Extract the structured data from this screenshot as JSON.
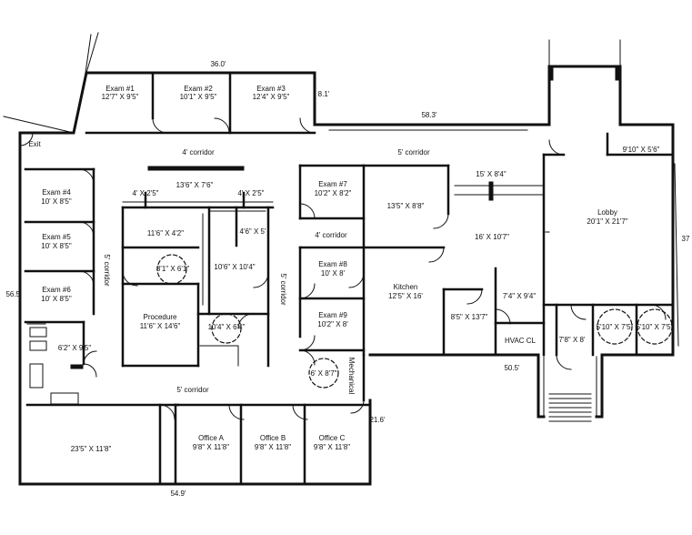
{
  "rooms": {
    "exam1": {
      "name": "Exam #1",
      "size": "12'7\" X 9'5\""
    },
    "exam2": {
      "name": "Exam #2",
      "size": "10'1\" X 9'5\""
    },
    "exam3": {
      "name": "Exam #3",
      "size": "12'4\" X 9'5\""
    },
    "exam4": {
      "name": "Exam #4",
      "size": "10' X 8'5\""
    },
    "exam5": {
      "name": "Exam #5",
      "size": "10' X 8'5\""
    },
    "exam6": {
      "name": "Exam #6",
      "size": "10' X 8'5\""
    },
    "exam7": {
      "name": "Exam #7",
      "size": "10'2\" X 8'2\""
    },
    "exam8": {
      "name": "Exam #8",
      "size": "10' X 8'"
    },
    "exam9": {
      "name": "Exam #9",
      "size": "10'2\" X 8'"
    },
    "procedure": {
      "name": "Procedure",
      "size": "11'6\" X 14'6\""
    },
    "kitchen": {
      "name": "Kitchen",
      "size": "12'5\" X 16'"
    },
    "lobby": {
      "name": "Lobby",
      "size": "20'1\" X 21'7\""
    },
    "office_a": {
      "name": "Office A",
      "size": "9'8\" X 11'8\""
    },
    "office_b": {
      "name": "Office B",
      "size": "9'8\" X 11'8\""
    },
    "office_c": {
      "name": "Office C",
      "size": "9'8\" X 11'8\""
    },
    "hvac": {
      "name": "HVAC CL"
    },
    "mechanical": {
      "name": "Mechanical"
    },
    "exit": {
      "name": "Exit"
    }
  },
  "unnamed_sizes": {
    "top_center": "13'6\" X 7'6\"",
    "closet_left": "4' X 2'5\"",
    "closet_right": "4' X 2'5\"",
    "room_11_6_4_2": "11'6\" X 4'2\"",
    "room_4_6_5": "4'6\" X 5'",
    "room_10_6": "10'6\" X 10'4\"",
    "bath_8_1": "8'1\" X 6'1\"",
    "bath_10_4": "10'4\" X 6'4\"",
    "room_6_2": "6'2\" X 9'5\"",
    "bath_6_8": "6' X 8'7\"",
    "room_15_8": "15' X 8'4\"",
    "room_13_5": "13'5\" X 8'8\"",
    "room_16_10": "16' X 10'7\"",
    "room_8_5": "8'5\" X 13'7\"",
    "room_7_4": "7'4\" X 9'4\"",
    "room_7_8": "7'8\" X 8'",
    "room_9_10": "9'10\" X 5'6\"",
    "bath_5_10_a": "5'10\" X 7'5\"",
    "bath_5_10_b": "5'10\" X 7'5\"",
    "room_23_5": "23'5\" X 11'8\""
  },
  "corridors": {
    "top_4": "4' corridor",
    "top_5": "5' corridor",
    "mid_4": "4' corridor",
    "left_5": "5' corridor",
    "mid_5": "5' corridor",
    "bottom_5": "5' corridor"
  },
  "dimensions": {
    "top_36": "36.0'",
    "top_8_1": "8.1'",
    "top_58_3": "58.3'",
    "left_56_5": "56.5'",
    "right_37": "37",
    "mid_50_5": "50.5'",
    "right_21_6": "21.6'",
    "bottom_54_9": "54.9'"
  },
  "colors": {
    "wall": "#111111",
    "background": "#ffffff"
  }
}
